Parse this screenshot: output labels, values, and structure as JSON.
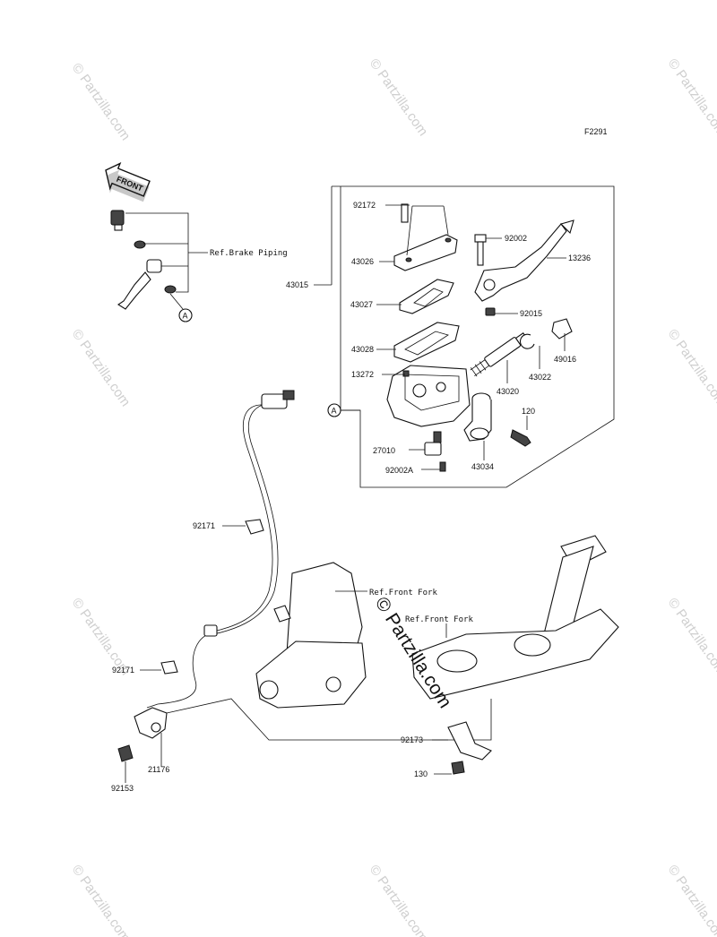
{
  "figure_code": "F2291",
  "front_label": "FRONT",
  "watermark_text": "© Partzilla.com",
  "big_watermark": "© Partzilla.com",
  "callout_letter": "A",
  "references": {
    "brake_piping": "Ref.Brake Piping",
    "front_fork_1": "Ref.Front Fork",
    "front_fork_2": "Ref.Front Fork"
  },
  "parts": [
    {
      "id": "p92172",
      "label": "92172"
    },
    {
      "id": "p92002",
      "label": "92002"
    },
    {
      "id": "p43026",
      "label": "43026"
    },
    {
      "id": "p13236",
      "label": "13236"
    },
    {
      "id": "p43015",
      "label": "43015"
    },
    {
      "id": "p43027",
      "label": "43027"
    },
    {
      "id": "p92015",
      "label": "92015"
    },
    {
      "id": "p43028",
      "label": "43028"
    },
    {
      "id": "p49016",
      "label": "49016"
    },
    {
      "id": "p13272",
      "label": "13272"
    },
    {
      "id": "p43022",
      "label": "43022"
    },
    {
      "id": "p43020",
      "label": "43020"
    },
    {
      "id": "p120",
      "label": "120"
    },
    {
      "id": "p27010",
      "label": "27010"
    },
    {
      "id": "p92002A",
      "label": "92002A"
    },
    {
      "id": "p43034",
      "label": "43034"
    },
    {
      "id": "p92171a",
      "label": "92171"
    },
    {
      "id": "p92171b",
      "label": "92171"
    },
    {
      "id": "p21176",
      "label": "21176"
    },
    {
      "id": "p92153",
      "label": "92153"
    },
    {
      "id": "p92173",
      "label": "92173"
    },
    {
      "id": "p130",
      "label": "130"
    }
  ]
}
